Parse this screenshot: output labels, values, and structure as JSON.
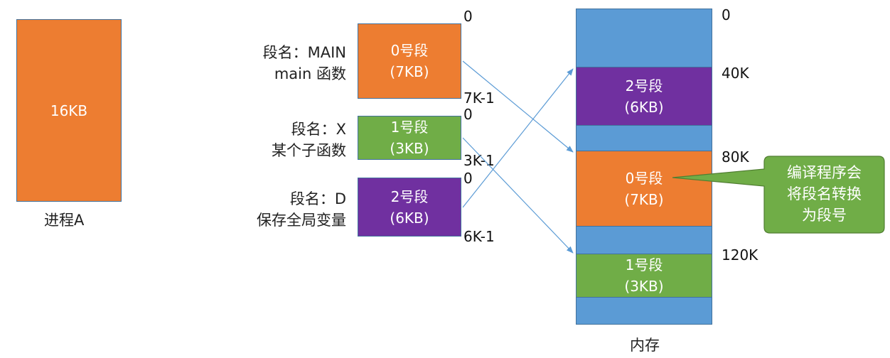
{
  "process": {
    "size_label": "16KB",
    "caption": "进程A"
  },
  "segments": [
    {
      "name_line": "段名：MAIN",
      "desc_line": "main 函数",
      "title": "0号段",
      "size": "(7KB)",
      "start": "0",
      "end": "7K-1",
      "color": "#ed7d31"
    },
    {
      "name_line": "段名：X",
      "desc_line": "某个子函数",
      "title": "1号段",
      "size": "(3KB)",
      "start": "0",
      "end": "3K-1",
      "color": "#70ad47"
    },
    {
      "name_line": "段名：D",
      "desc_line": "保存全局变量",
      "title": "2号段",
      "size": "(6KB)",
      "start": "0",
      "end": "6K-1",
      "color": "#7030a0"
    }
  ],
  "memory": {
    "caption": "内存",
    "addresses": [
      "0",
      "40K",
      "80K",
      "120K"
    ],
    "blocks": [
      {
        "title": "2号段",
        "size": "(6KB)",
        "color": "#7030a0"
      },
      {
        "title": "0号段",
        "size": "(7KB)",
        "color": "#ed7d31"
      },
      {
        "title": "1号段",
        "size": "(3KB)",
        "color": "#70ad47"
      }
    ],
    "background_color": "#5b9bd5"
  },
  "callout": {
    "line1": "编译程序会",
    "line2": "将段名转换",
    "line3": "为段号",
    "color": "#70ad47"
  }
}
